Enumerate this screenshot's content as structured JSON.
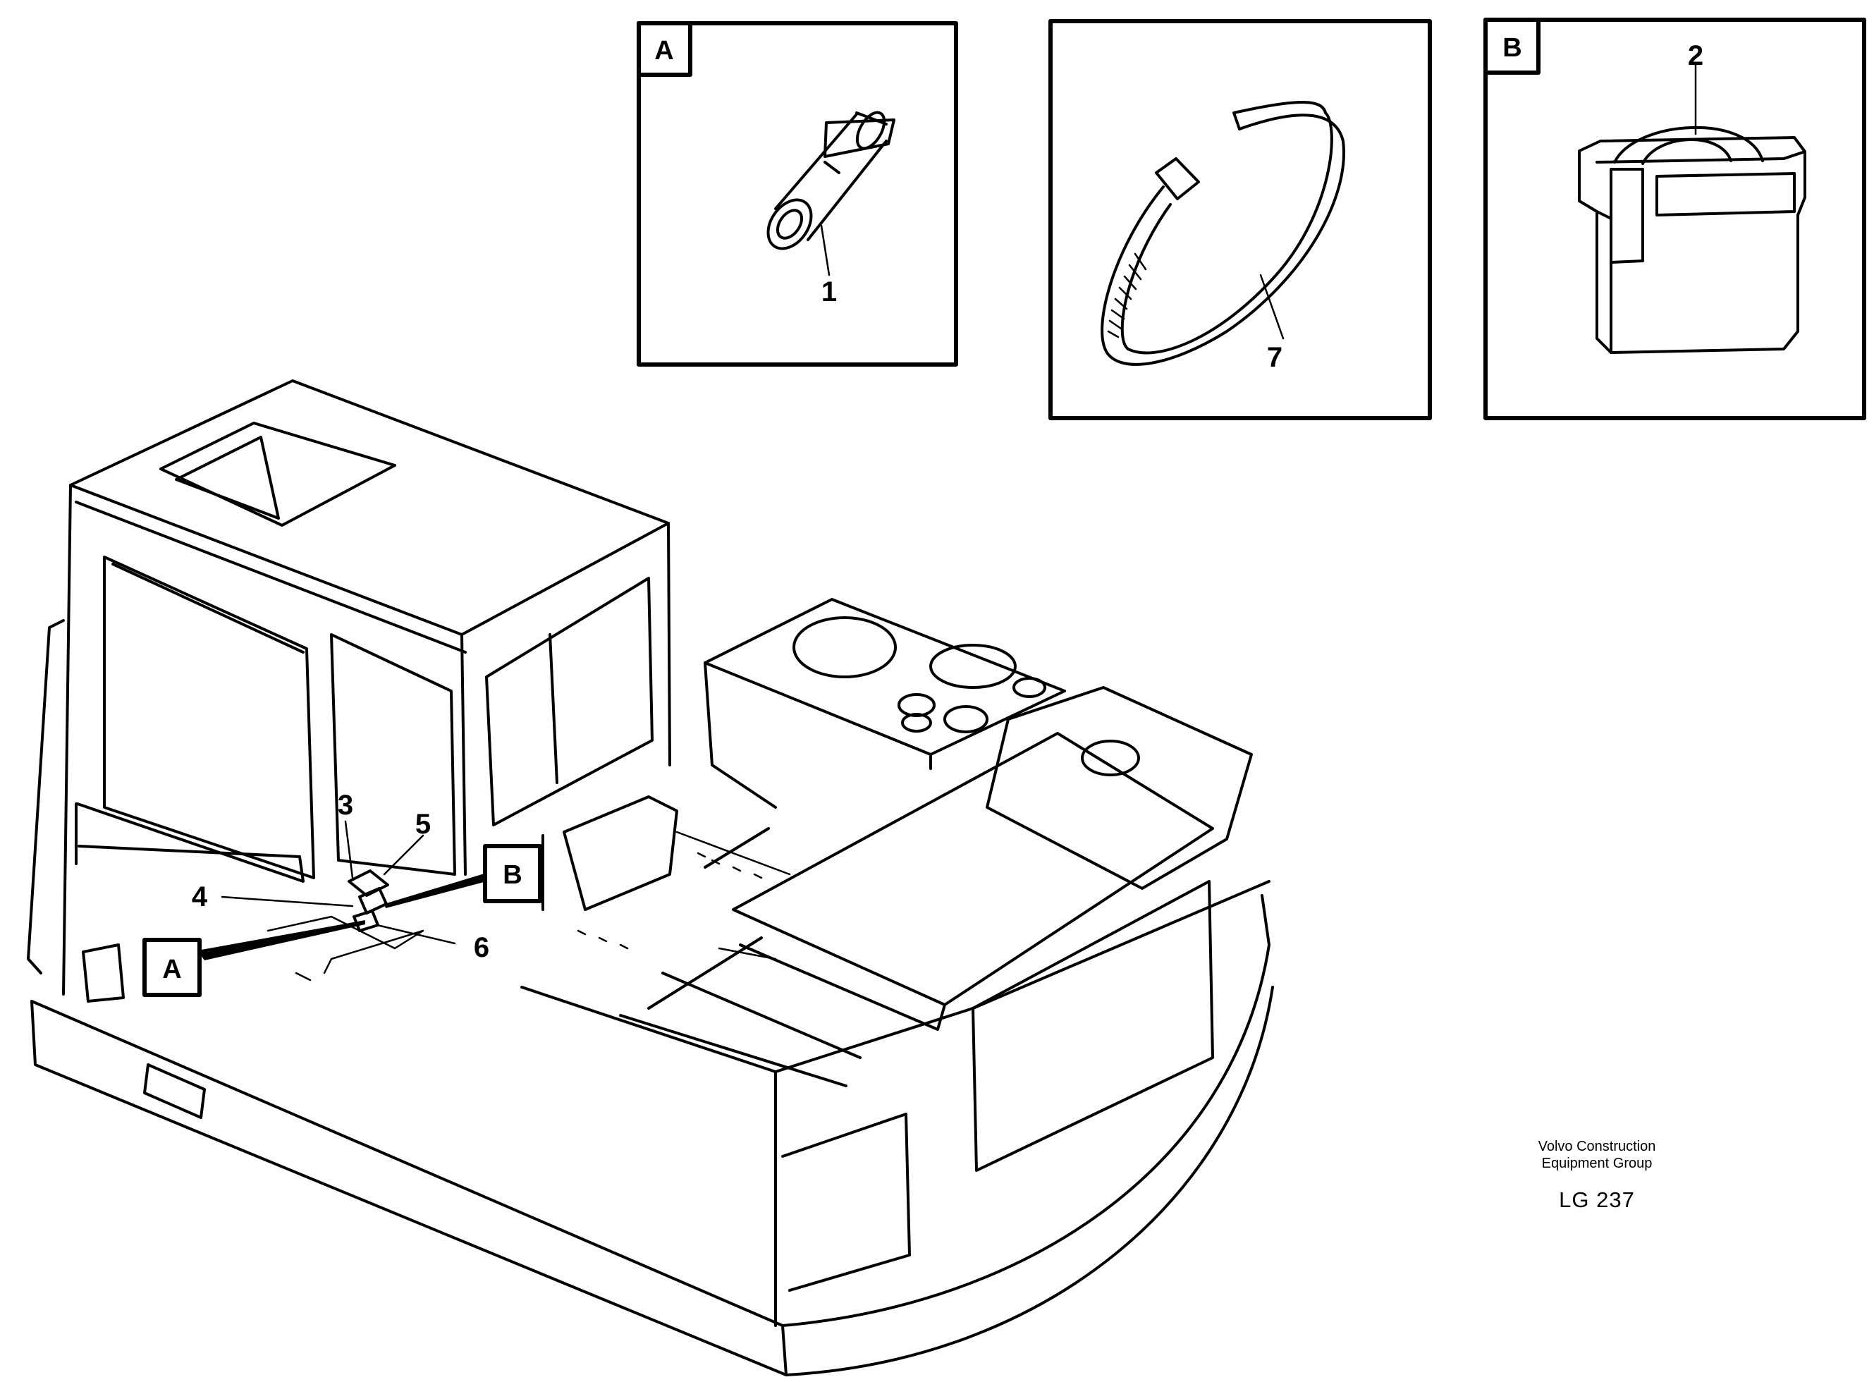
{
  "detail_panels": [
    {
      "id": "A",
      "label": "A",
      "part_number": "1",
      "part": "tube connector"
    },
    {
      "id": "ring",
      "label": "",
      "part_number": "7",
      "part": "cable tie"
    },
    {
      "id": "B",
      "label": "B",
      "part_number": "2",
      "part": "connector housing"
    }
  ],
  "main_view": {
    "callouts": [
      "3",
      "5",
      "4",
      "6"
    ],
    "ref_box_a": "A",
    "ref_box_b": "B"
  },
  "footer": {
    "company_line1": "Volvo Construction",
    "company_line2": "Equipment Group",
    "drawing_code": "LG 237"
  }
}
